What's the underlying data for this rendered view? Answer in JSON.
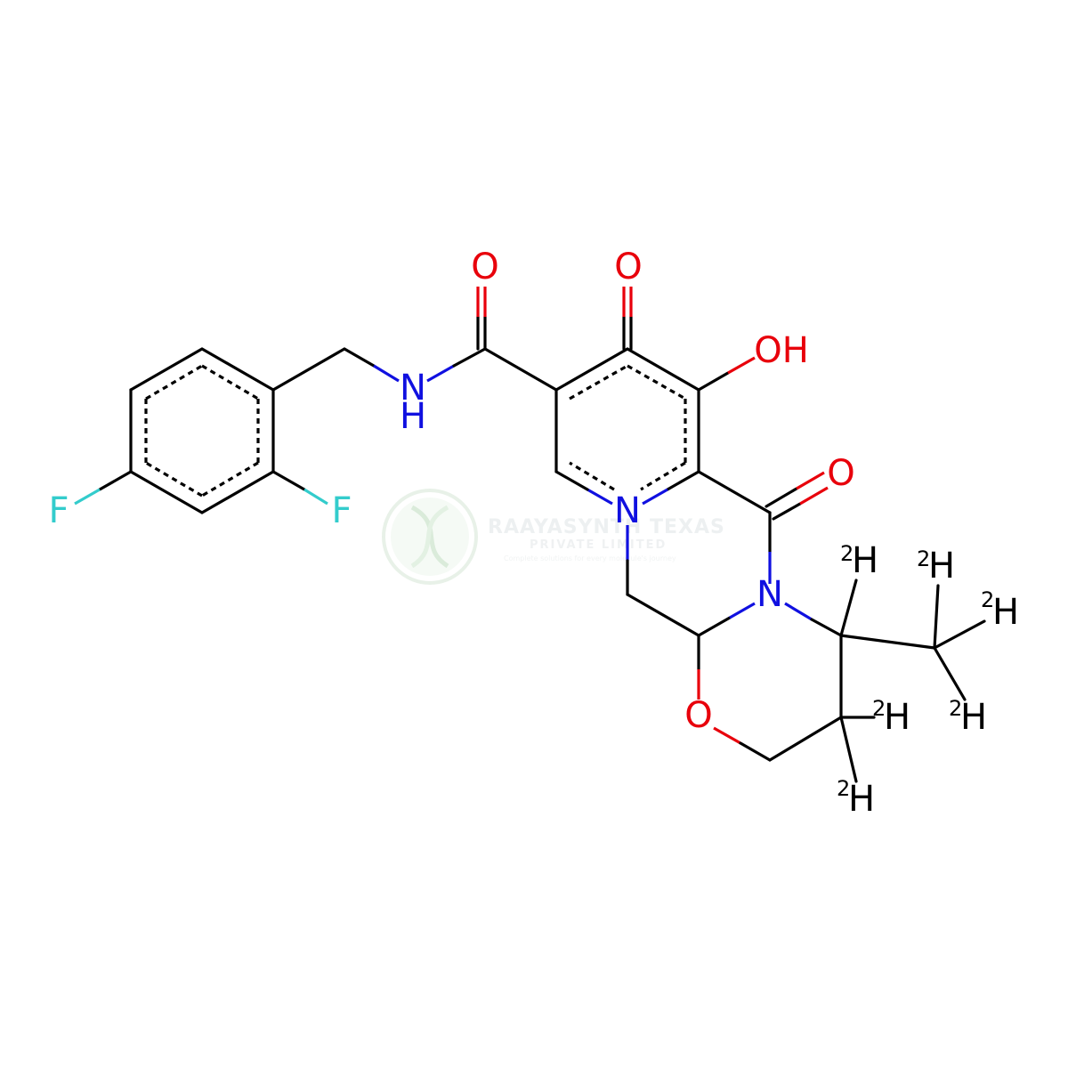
{
  "molecule": {
    "atoms": {
      "O_amide": "O",
      "O_keto": "O",
      "OH": "OH",
      "O_lactam": "O",
      "NH": "N",
      "NH_H": "H",
      "N_ring": "N",
      "N_amide": "N",
      "O_ether": "O",
      "F_ortho": "F",
      "F_para": "F",
      "D1": "H",
      "D2": "H",
      "D3": "H",
      "D4": "H",
      "D5": "H",
      "D6": "H"
    },
    "isotope_label": "2",
    "colors": {
      "oxygen": "#e8000b",
      "nitrogen": "#1010e0",
      "fluorine": "#33cccc",
      "carbon": "#000000"
    }
  },
  "watermark": {
    "title": "RAAYASYNTH TEXAS",
    "subtitle": "PRIVATE LIMITED",
    "tagline": "Complete solutions for every molecule's journey",
    "color": "#cfe8d0"
  }
}
